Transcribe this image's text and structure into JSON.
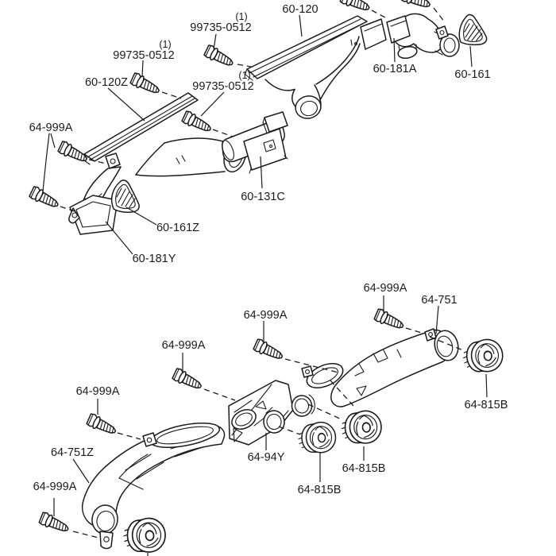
{
  "diagram": {
    "type": "exploded-parts-diagram",
    "subject": "ventilation ducts and vents",
    "background_color": "#ffffff",
    "line_color": "#1b1b1b",
    "sections": [
      "upper-assembly",
      "lower-assembly"
    ]
  },
  "parts": {
    "screw_small": "99735-0512",
    "screw_tapping": "64-999A",
    "defroster_duct": "60-120",
    "defroster_duct_alt": "60-120Z",
    "side_duct_right": "60-181A",
    "side_vent_right": "60-161",
    "side_duct_left": "60-181Y",
    "side_vent_left": "60-161Z",
    "joint_duct": "60-131C",
    "rear_duct_right": "64-751",
    "rear_duct_left": "64-751Z",
    "center_joint": "64-94Y",
    "round_vent": "64-815B"
  },
  "labels": {
    "upper": [
      {
        "text": "(1)"
      },
      {
        "text": "99735-0512"
      },
      {
        "text": "60-120"
      },
      {
        "text": "(1)"
      },
      {
        "text": "99735-0512"
      },
      {
        "text": "(1)"
      },
      {
        "text": "99735-0512"
      },
      {
        "text": "60-120Z"
      },
      {
        "text": "64-999A"
      },
      {
        "text": "60-161Z"
      },
      {
        "text": "60-181Y"
      },
      {
        "text": "60-131C"
      },
      {
        "text": "60-181A"
      },
      {
        "text": "60-161"
      }
    ],
    "lower": [
      {
        "text": "64-999A"
      },
      {
        "text": "64-999A"
      },
      {
        "text": "64-999A"
      },
      {
        "text": "64-751"
      },
      {
        "text": "64-815B"
      },
      {
        "text": "64-94Y"
      },
      {
        "text": "64-815B"
      },
      {
        "text": "64-815B"
      },
      {
        "text": "64-751Z"
      },
      {
        "text": "64-999A"
      },
      {
        "text": "64-999A"
      }
    ]
  }
}
